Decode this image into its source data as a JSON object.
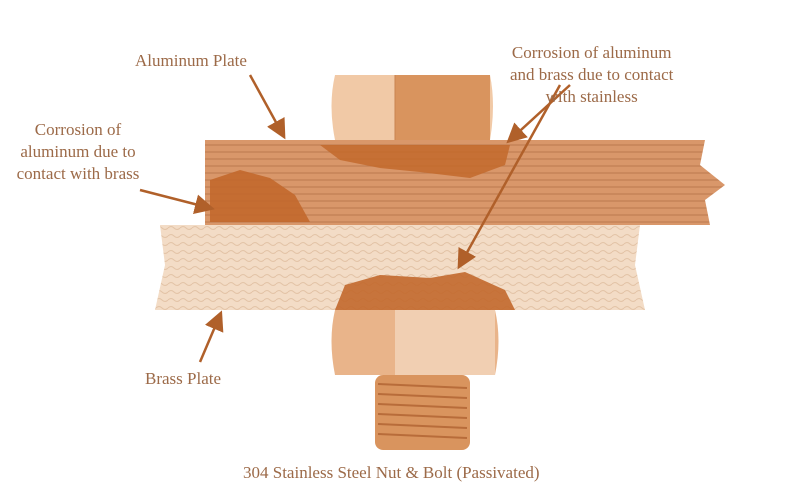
{
  "labels": {
    "aluminum_plate": "Aluminum Plate",
    "corrosion_stainless": [
      "Corrosion of aluminum",
      "and brass due to contact",
      "with stainless"
    ],
    "corrosion_brass": [
      "Corrosion of",
      "aluminum due to",
      "contact with brass"
    ],
    "brass_plate": "Brass Plate",
    "bolt": "304 Stainless Steel Nut & Bolt (Passivated)"
  },
  "colors": {
    "aluminum": "#d9976a",
    "brass": "#f3dcc6",
    "steel": "#e2a474",
    "corrosion": "#c2682c",
    "arrow": "#b0602a",
    "text": "#9c6a48"
  }
}
